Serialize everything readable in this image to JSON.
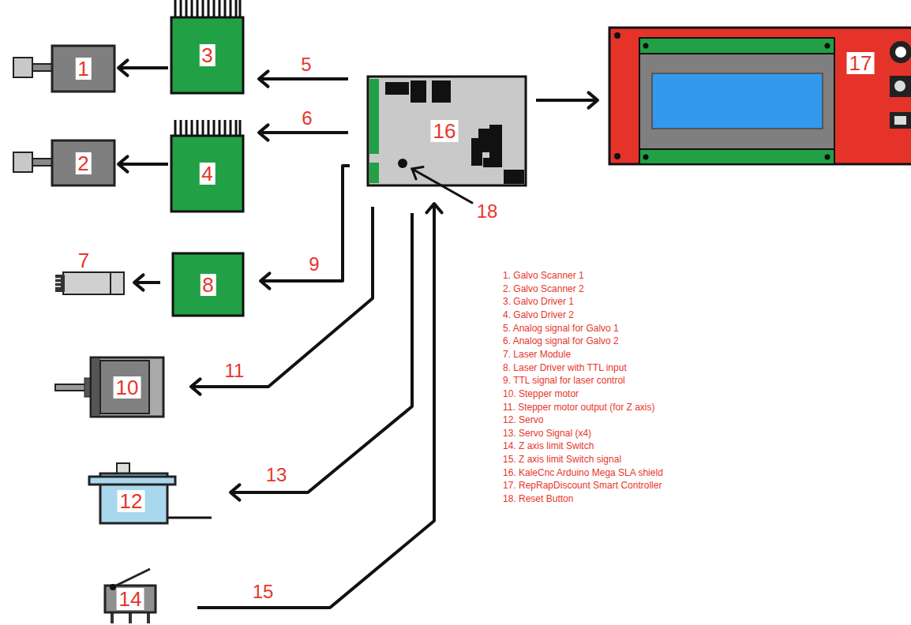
{
  "diagram": {
    "nodes": [
      {
        "text": [
          "1"
        ]
      },
      {
        "text": [
          "3"
        ]
      },
      {
        "text": [
          "16"
        ]
      },
      {
        "text": [
          "17"
        ]
      },
      {
        "text": [
          "2"
        ]
      },
      {
        "text": [
          "4"
        ]
      },
      {
        "text": [
          "7"
        ]
      },
      {
        "text": [
          "8"
        ]
      },
      {
        "text": [
          "10"
        ]
      },
      {
        "text": [
          "12"
        ]
      },
      {
        "text": [
          "14"
        ]
      }
    ],
    "edges": [
      {
        "from": 2,
        "to": 1,
        "label": "5",
        "arrow": "to"
      },
      {
        "from": 2,
        "to": 5,
        "label": "6",
        "arrow": "to"
      },
      {
        "from": 2,
        "to": 7,
        "label": "9",
        "arrow": "to"
      },
      {
        "from": 1,
        "to": 0,
        "arrow": "to"
      },
      {
        "from": 5,
        "to": 4,
        "arrow": "to"
      },
      {
        "from": 7,
        "to": 6,
        "arrow": "to"
      },
      {
        "from": 2,
        "to": 8,
        "label": "11",
        "arrow": "to"
      },
      {
        "from": 2,
        "to": 9,
        "label": "13",
        "arrow": "to"
      },
      {
        "from": 10,
        "to": 2,
        "label": "15",
        "arrow": "to"
      },
      {
        "from": 2,
        "to": 3,
        "arrow": "to"
      }
    ],
    "labels": [
      "18",
      "1. Galvo Scanner 1",
      "2. Galvo Scanner 2",
      "3. Galvo Driver 1",
      "4. Galvo Driver 2",
      "5. Analog signal for Galvo 1",
      "6. Analog signal for Galvo 2",
      "7. Laser Module",
      "8. Laser Driver with TTL input",
      "9. TTL signal for laser control",
      "10. Stepper motor",
      "11. Stepper motor output (for Z axis)",
      "12. Servo",
      "13. Servo Signal (x4)",
      "14. Z axis limit Switch",
      "15. Z axis limit Switch signal",
      "16. KaleCnc Arduino Mega SLA shield",
      "17. RepRapDiscount Smart Controller",
      "18. Reset Button"
    ]
  }
}
